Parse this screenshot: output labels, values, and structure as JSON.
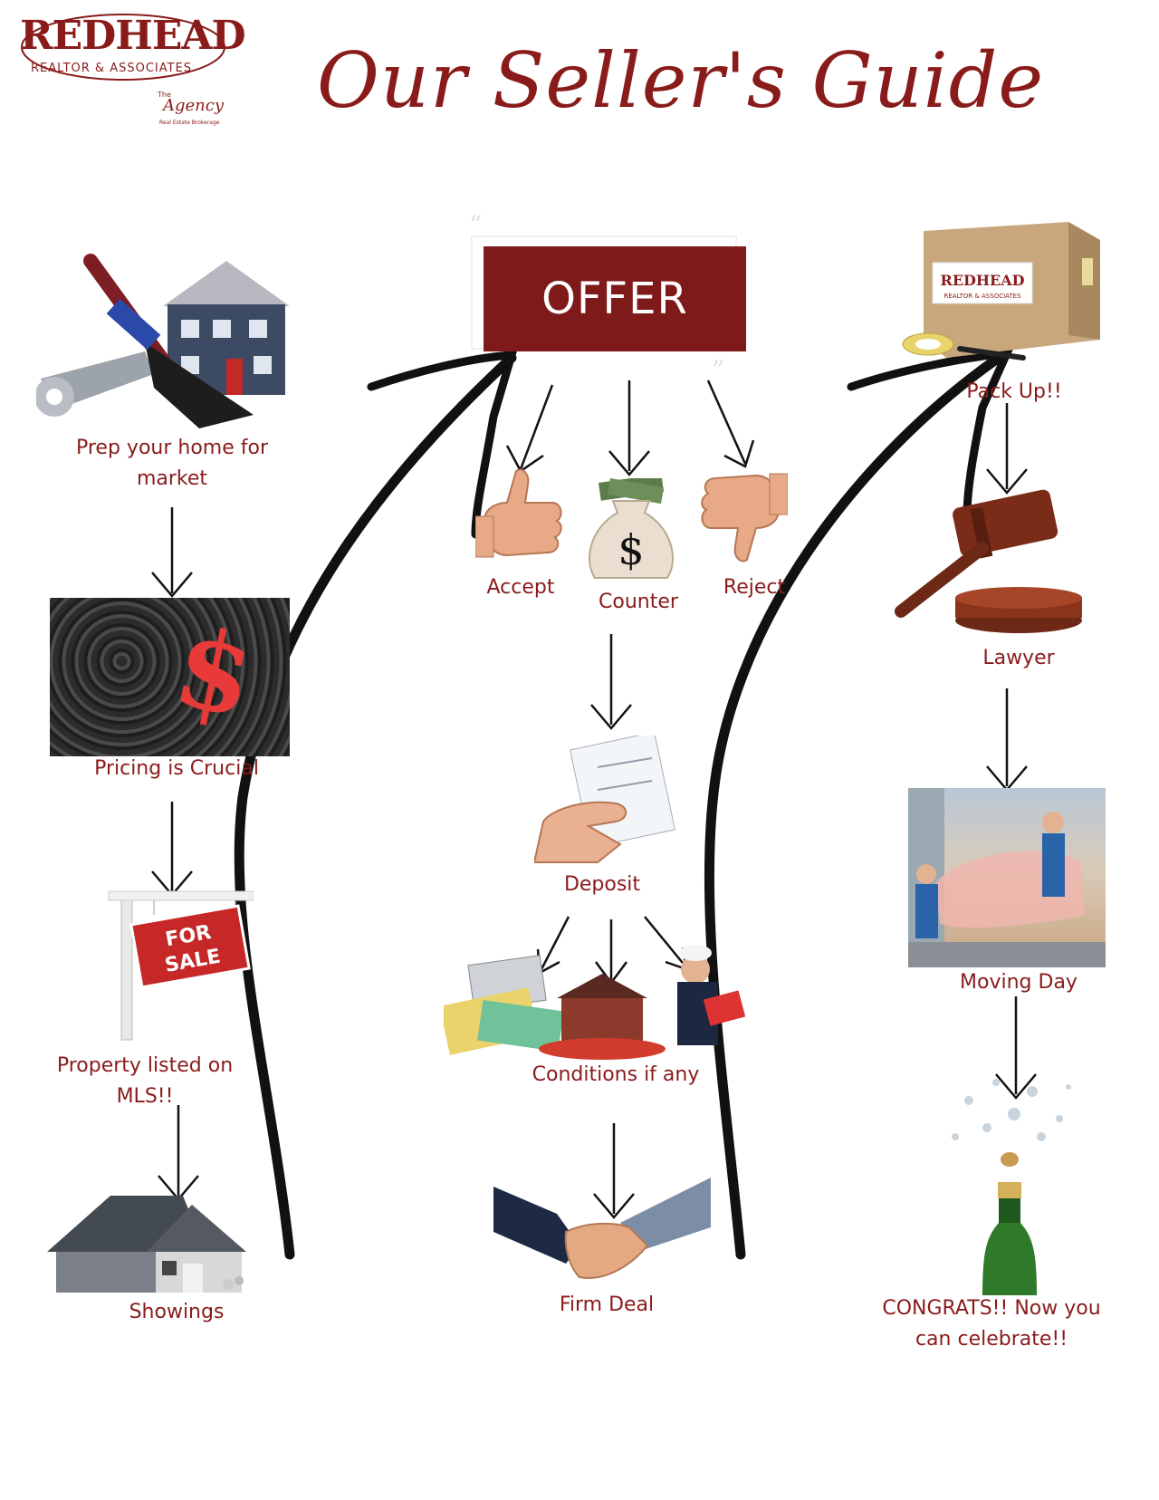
{
  "brand": {
    "name": "REDHEAD",
    "subtitle": "REALTOR & ASSOCIATES",
    "the": "The",
    "agency": "Agency",
    "brokerage": "Real Estate Brokerage"
  },
  "title": "Our Seller's Guide",
  "offer": {
    "label": "OFFER"
  },
  "box_logo": {
    "name": "REDHEAD",
    "subtitle": "REALTOR & ASSOCIATES"
  },
  "steps": {
    "prep": {
      "line1": "Prep your home for",
      "line2": "market"
    },
    "pricing": "Pricing is Crucial",
    "listed": {
      "line1": "Property listed on",
      "line2": "MLS!!"
    },
    "showings": "Showings",
    "accept": "Accept",
    "counter": "Counter",
    "reject": "Reject",
    "deposit": "Deposit",
    "conditions": "Conditions if any",
    "firm": "Firm Deal",
    "pack": "Pack Up!!",
    "lawyer": "Lawyer",
    "moving": "Moving Day",
    "congrats": {
      "line1": "CONGRATS!! Now you",
      "line2": "can celebrate!!"
    }
  },
  "sign": {
    "line1": "FOR",
    "line2": "SALE"
  },
  "icons": {
    "prep": "tools-and-house-icon",
    "pricing": "dollar-sign-icon",
    "listed": "for-sale-sign-icon",
    "showings": "house-with-keys-icon",
    "accept": "thumbs-up-icon",
    "counter": "money-bag-icon",
    "reject": "thumbs-down-icon",
    "deposit": "cheque-in-hand-icon",
    "conditions": "calculator-money-inspector-icon",
    "firm": "handshake-icon",
    "pack": "moving-box-icon",
    "lawyer": "gavel-icon",
    "moving": "movers-icon",
    "congrats": "champagne-icon"
  },
  "colors": {
    "brand": "#8a1b1b",
    "offer_bg": "#7f1a1a"
  }
}
